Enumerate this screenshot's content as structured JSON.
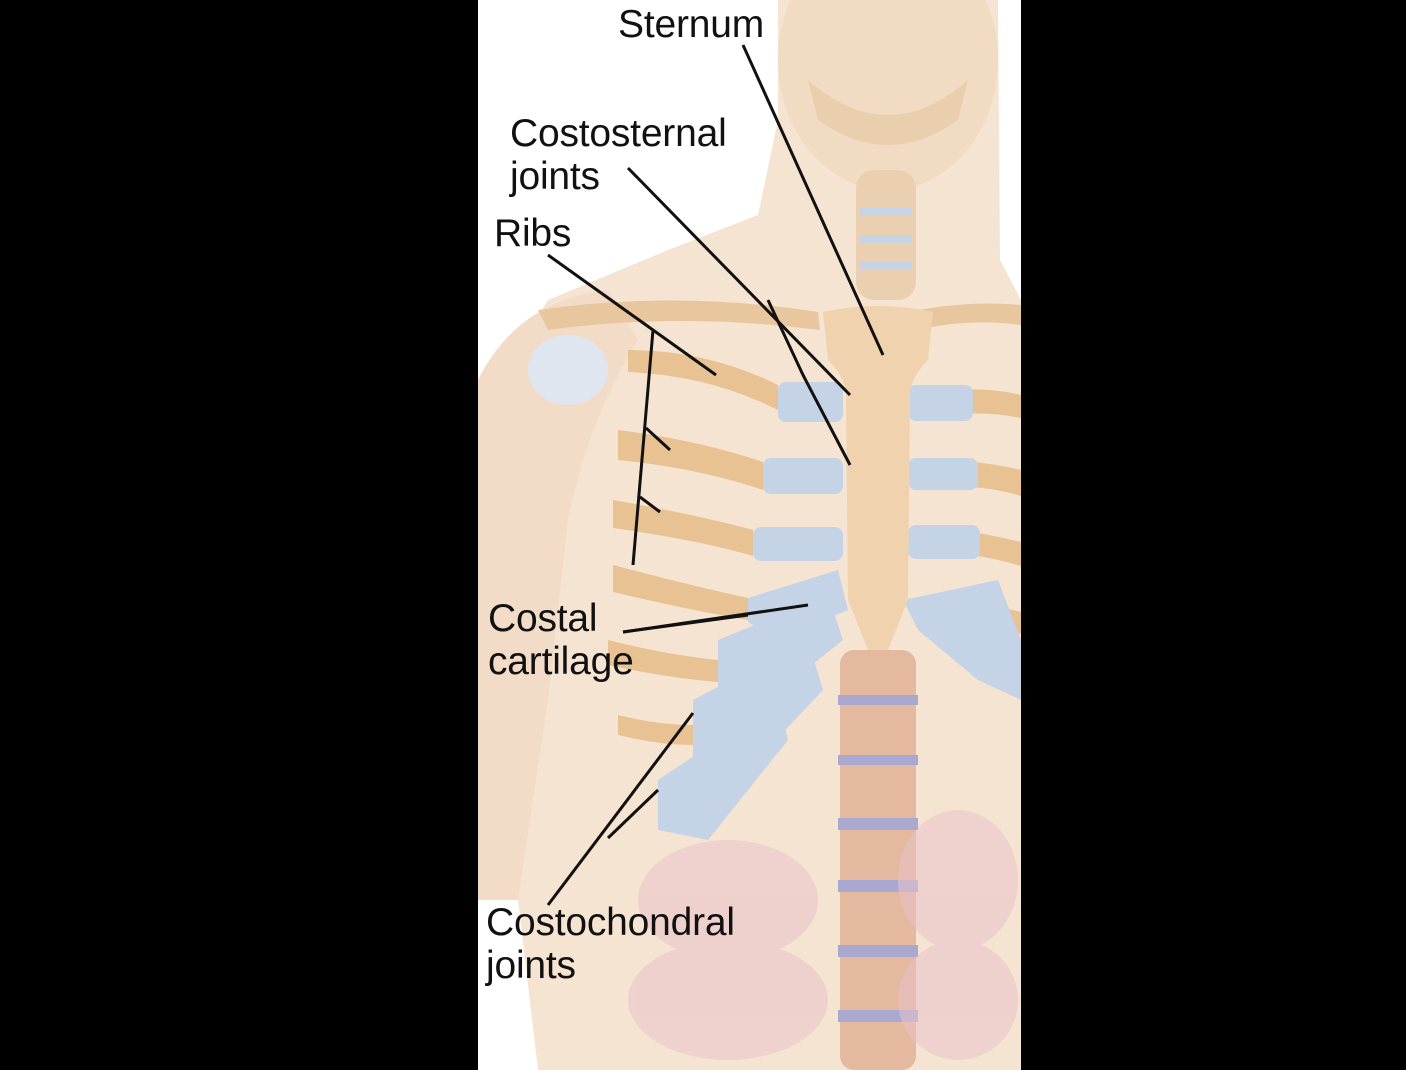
{
  "labels": {
    "sternum": "Sternum",
    "costosternal_line1": "Costosternal",
    "costosternal_line2": "joints",
    "ribs": "Ribs",
    "costal_line1": "Costal",
    "costal_line2": "cartilage",
    "costochondral_line1": "Costochondral",
    "costochondral_line2": "joints"
  },
  "colors": {
    "background": "#000000",
    "panel": "#ffffff",
    "skin": "#f3dcc6",
    "bone": "#ecc79b",
    "cartilage": "#c4d3e6",
    "leader_line": "#111111"
  }
}
